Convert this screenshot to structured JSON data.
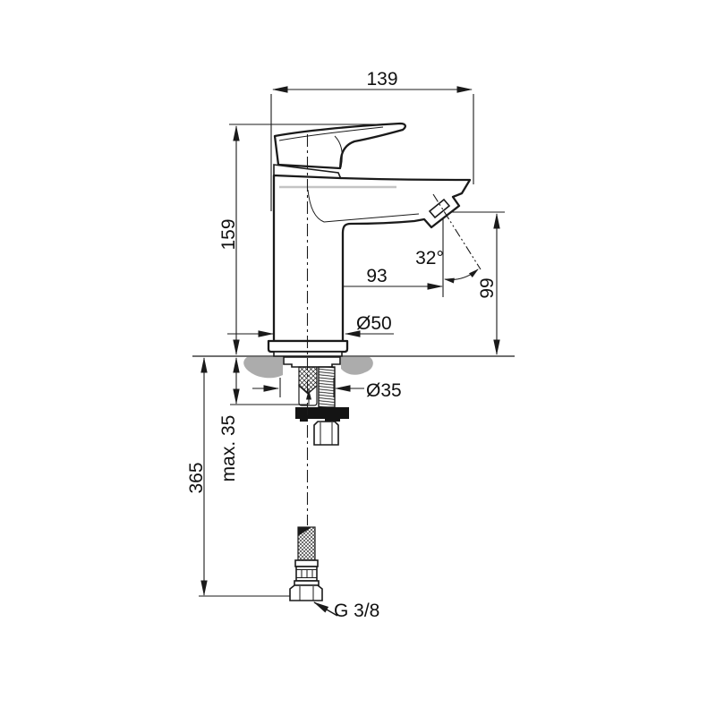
{
  "drawing": {
    "title": "basin mixer tap – dimensional installation drawing",
    "labels": {
      "width_top": "139",
      "height_left": "159",
      "projection": "93",
      "angle": "32°",
      "outlet_height": "99",
      "base_dia": "Ø50",
      "shank_dia": "Ø35",
      "deck_max": "max. 35",
      "below_deck": "365",
      "thread": "G 3/8"
    },
    "colors": {
      "line": "#1a1a1a",
      "counter_gray": "#acacac",
      "reflection_gray": "#c4c4c4",
      "background": "#ffffff"
    }
  }
}
